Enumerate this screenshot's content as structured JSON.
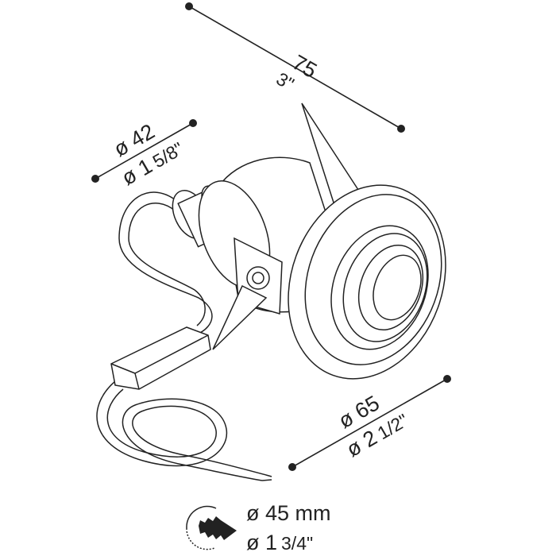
{
  "dimensions": {
    "length": {
      "metric": "75",
      "imperial": "3\""
    },
    "cable_gland": {
      "metric": "ø 42",
      "imperial_whole": "ø 1",
      "imperial_fraction": "5/8\""
    },
    "flange": {
      "metric": "ø 65",
      "imperial_whole": "ø 2",
      "imperial_fraction": "1/2\""
    },
    "cutout": {
      "metric": "ø 45 mm",
      "imperial_whole": "ø 1",
      "imperial_fraction": "3/4\""
    }
  },
  "icons": {
    "cutout": "hole-saw-icon"
  }
}
